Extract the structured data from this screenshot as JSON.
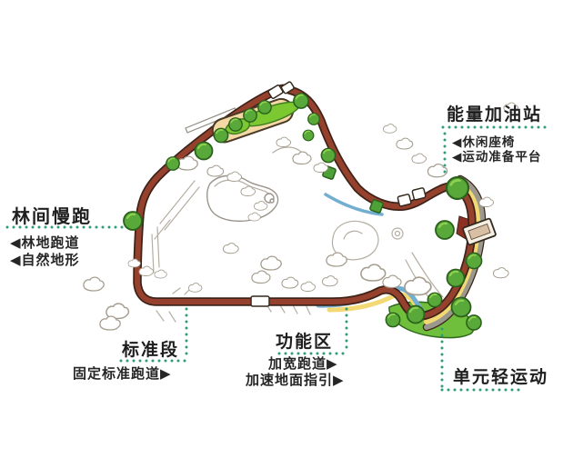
{
  "labels": {
    "forest_jog": {
      "title": "林间慢跑",
      "items": [
        "◀林地跑道",
        "◀自然地形"
      ]
    },
    "energy_station": {
      "title": "能量加油站",
      "items": [
        "◀休闲座椅",
        "◀运动准备平台"
      ]
    },
    "standard_section": {
      "title": "标准段",
      "items": [
        "固定标准跑道▶"
      ]
    },
    "function_zone": {
      "title": "功能区",
      "items": [
        "加宽跑道▶",
        "加速地面指引▶"
      ]
    },
    "unit_exercise": {
      "title": "单元轻运动",
      "items": []
    }
  },
  "colors": {
    "track": "#96412e",
    "outline": "#402318",
    "dots": "#2f9e77",
    "tree": "#58a93a",
    "treedark": "#2c611d",
    "lawn": "#7cc831",
    "tan": "#f4d9a4",
    "blue": "#72aed0",
    "yellow": "#f2d973",
    "gray": "#9b988e",
    "text": "#1f1f1f"
  }
}
